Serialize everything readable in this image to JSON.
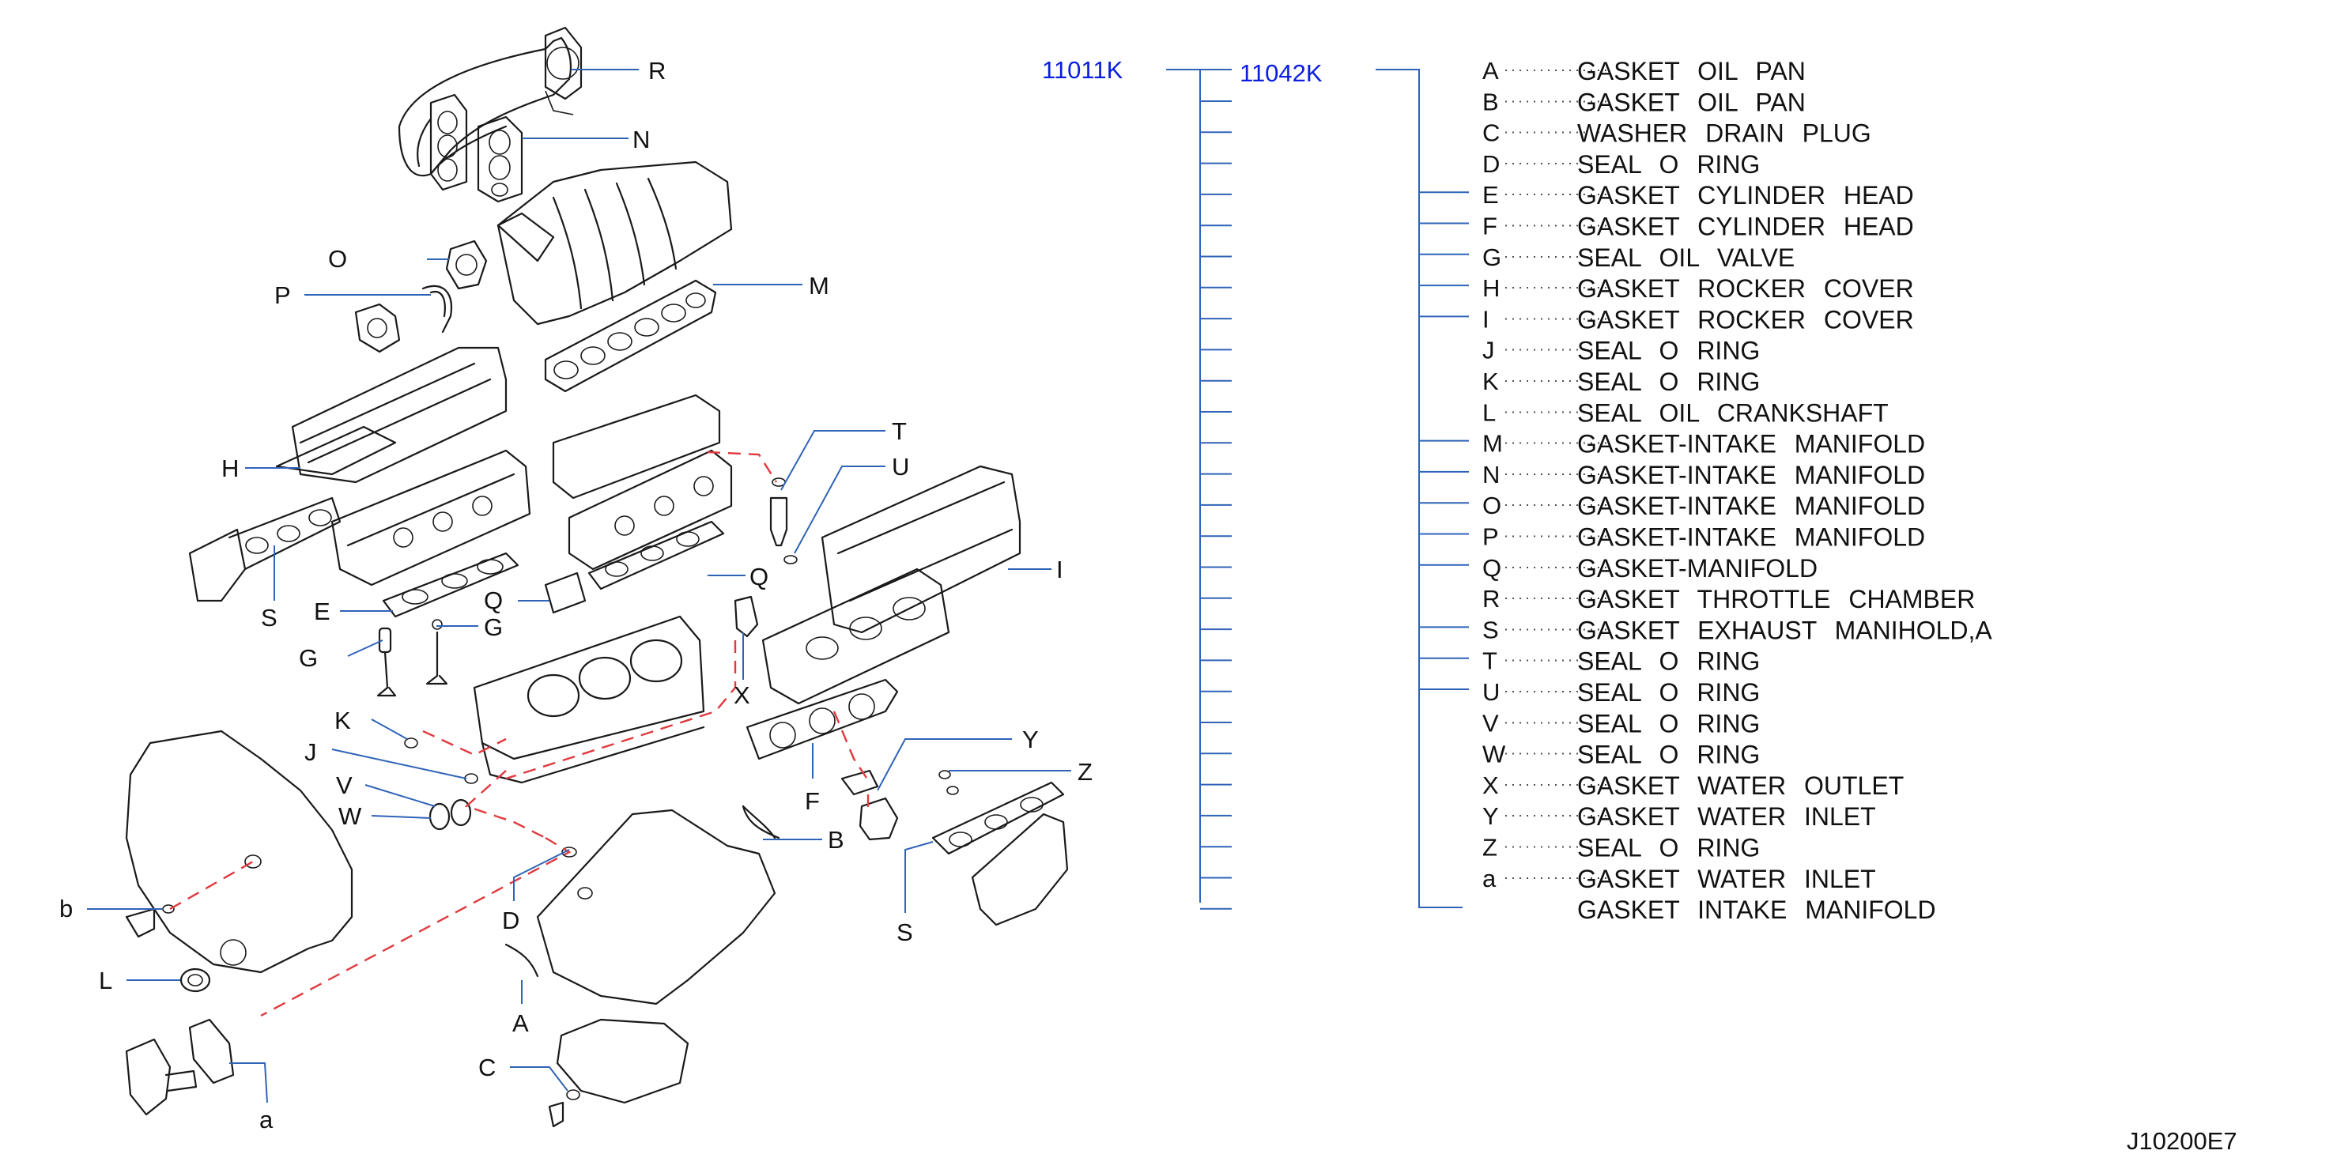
{
  "diagram": {
    "accent_blue": "#2f63b8",
    "code_blue": "#0a1ee0",
    "dash_red": "#e0393e",
    "ref": "J10200E7",
    "codes": {
      "parent": "11011K",
      "child": "11042K"
    },
    "parts": [
      {
        "key": "A",
        "desc": "GASKET  OIL  PAN"
      },
      {
        "key": "B",
        "desc": "GASKET  OIL  PAN"
      },
      {
        "key": "C",
        "desc": "WASHER  DRAIN  PLUG"
      },
      {
        "key": "D",
        "desc": "SEAL  O  RING"
      },
      {
        "key": "E",
        "desc": "GASKET  CYLINDER  HEAD"
      },
      {
        "key": "F",
        "desc": "GASKET  CYLINDER  HEAD"
      },
      {
        "key": "G",
        "desc": "SEAL  OIL  VALVE"
      },
      {
        "key": "H",
        "desc": "GASKET  ROCKER  COVER"
      },
      {
        "key": "I",
        "desc": "GASKET  ROCKER  COVER"
      },
      {
        "key": "J",
        "desc": "SEAL  O  RING"
      },
      {
        "key": "K",
        "desc": "SEAL  O  RING"
      },
      {
        "key": "L",
        "desc": "SEAL  OIL  CRANKSHAFT"
      },
      {
        "key": "M",
        "desc": "GASKET-INTAKE  MANIFOLD"
      },
      {
        "key": "N",
        "desc": "GASKET-INTAKE  MANIFOLD"
      },
      {
        "key": "O",
        "desc": "GASKET-INTAKE  MANIFOLD"
      },
      {
        "key": "P",
        "desc": "GASKET-INTAKE  MANIFOLD"
      },
      {
        "key": "Q",
        "desc": "GASKET-MANIFOLD"
      },
      {
        "key": "R",
        "desc": "GASKET  THROTTLE  CHAMBER"
      },
      {
        "key": "S",
        "desc": "GASKET  EXHAUST  MANIHOLD,A"
      },
      {
        "key": "T",
        "desc": "SEAL  O  RING"
      },
      {
        "key": "U",
        "desc": "SEAL  O  RING"
      },
      {
        "key": "V",
        "desc": "SEAL  O  RING"
      },
      {
        "key": "W",
        "desc": "SEAL  O  RING"
      },
      {
        "key": "X",
        "desc": "GASKET  WATER  OUTLET"
      },
      {
        "key": "Y",
        "desc": "GASKET  WATER  INLET"
      },
      {
        "key": "Z",
        "desc": "SEAL  O  RING"
      },
      {
        "key": "a",
        "desc": "GASKET  WATER  INLET"
      },
      {
        "key": "",
        "desc": "GASKET  INTAKE  MANIFOLD"
      }
    ],
    "callouts": {
      "R": "R",
      "N": "N",
      "O": "O",
      "P": "P",
      "M": "M",
      "H": "H",
      "S": "S",
      "E": "E",
      "G1": "G",
      "G2": "G",
      "Q1": "Q",
      "Q2": "Q",
      "T": "T",
      "U": "U",
      "I": "I",
      "X": "X",
      "K": "K",
      "J": "J",
      "V": "V",
      "W": "W",
      "F": "F",
      "Y": "Y",
      "Z": "Z",
      "B": "B",
      "S2": "S",
      "D": "D",
      "b": "b",
      "L": "L",
      "A": "A",
      "C": "C",
      "a": "a"
    }
  }
}
